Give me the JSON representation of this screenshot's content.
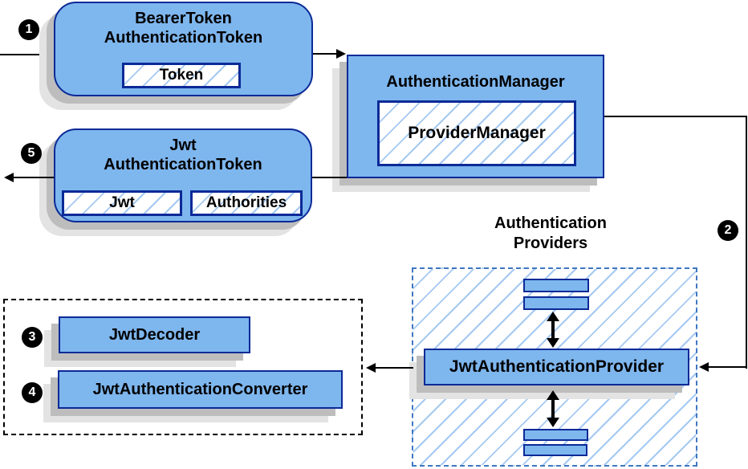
{
  "colors": {
    "node_fill": "#7EB6EE",
    "node_border": "#0B2A97",
    "hatch_line": "#A5C9F2",
    "providers_dashed_border": "#4077C0",
    "outer_dashed_border": "#000000",
    "connector": "#000000",
    "shadow_dark": "#BDBDBD",
    "shadow_light": "#E3E3E3",
    "marker_bg": "#000000",
    "marker_text": "#FFFFFF"
  },
  "nodes": {
    "bearer_token": {
      "title_line1": "BearerToken",
      "title_line2": "AuthenticationToken",
      "field_token": "Token"
    },
    "authentication_manager": {
      "title": "AuthenticationManager",
      "inner": "ProviderManager"
    },
    "jwt_authentication_token": {
      "title_line1": "Jwt",
      "title_line2": "AuthenticationToken",
      "field_jwt": "Jwt",
      "field_authorities": "Authorities"
    },
    "authentication_providers": {
      "label_line1": "Authentication",
      "label_line2": "Providers"
    },
    "jwt_authentication_provider": {
      "title": "JwtAuthenticationProvider"
    },
    "jwt_decoder": {
      "title": "JwtDecoder"
    },
    "jwt_authentication_converter": {
      "title": "JwtAuthenticationConverter"
    }
  },
  "step_markers": {
    "step1": "1",
    "step2": "2",
    "step3": "3",
    "step4": "4",
    "step5": "5"
  }
}
